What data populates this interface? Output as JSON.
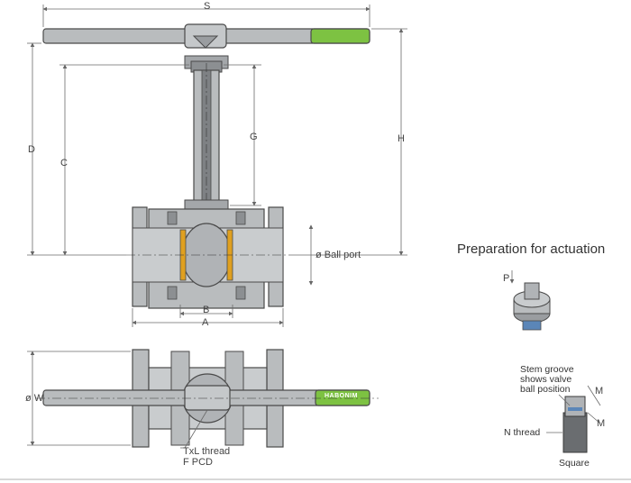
{
  "dimensions": {
    "S": "S",
    "H": "H",
    "D": "D",
    "C": "C",
    "G": "G",
    "A": "A",
    "B": "B",
    "ball_port": "ø Ball port",
    "W": "ø W",
    "thread": "TxL thread",
    "pcd": "F PCD"
  },
  "actuation": {
    "title": "Preparation for actuation",
    "P": "P",
    "M1": "M",
    "M2": "M",
    "stem_groove": [
      "Stem groove",
      "shows valve",
      "ball position"
    ],
    "n_thread": "N thread",
    "square": "Square"
  },
  "handle_brand": "HABONIM",
  "colors": {
    "steel": "#b9bcbe",
    "steel_dark": "#8c8f92",
    "outline": "#4a4a4a",
    "handle_grip": "#7dc242",
    "dim_line": "#6a6a6a"
  }
}
